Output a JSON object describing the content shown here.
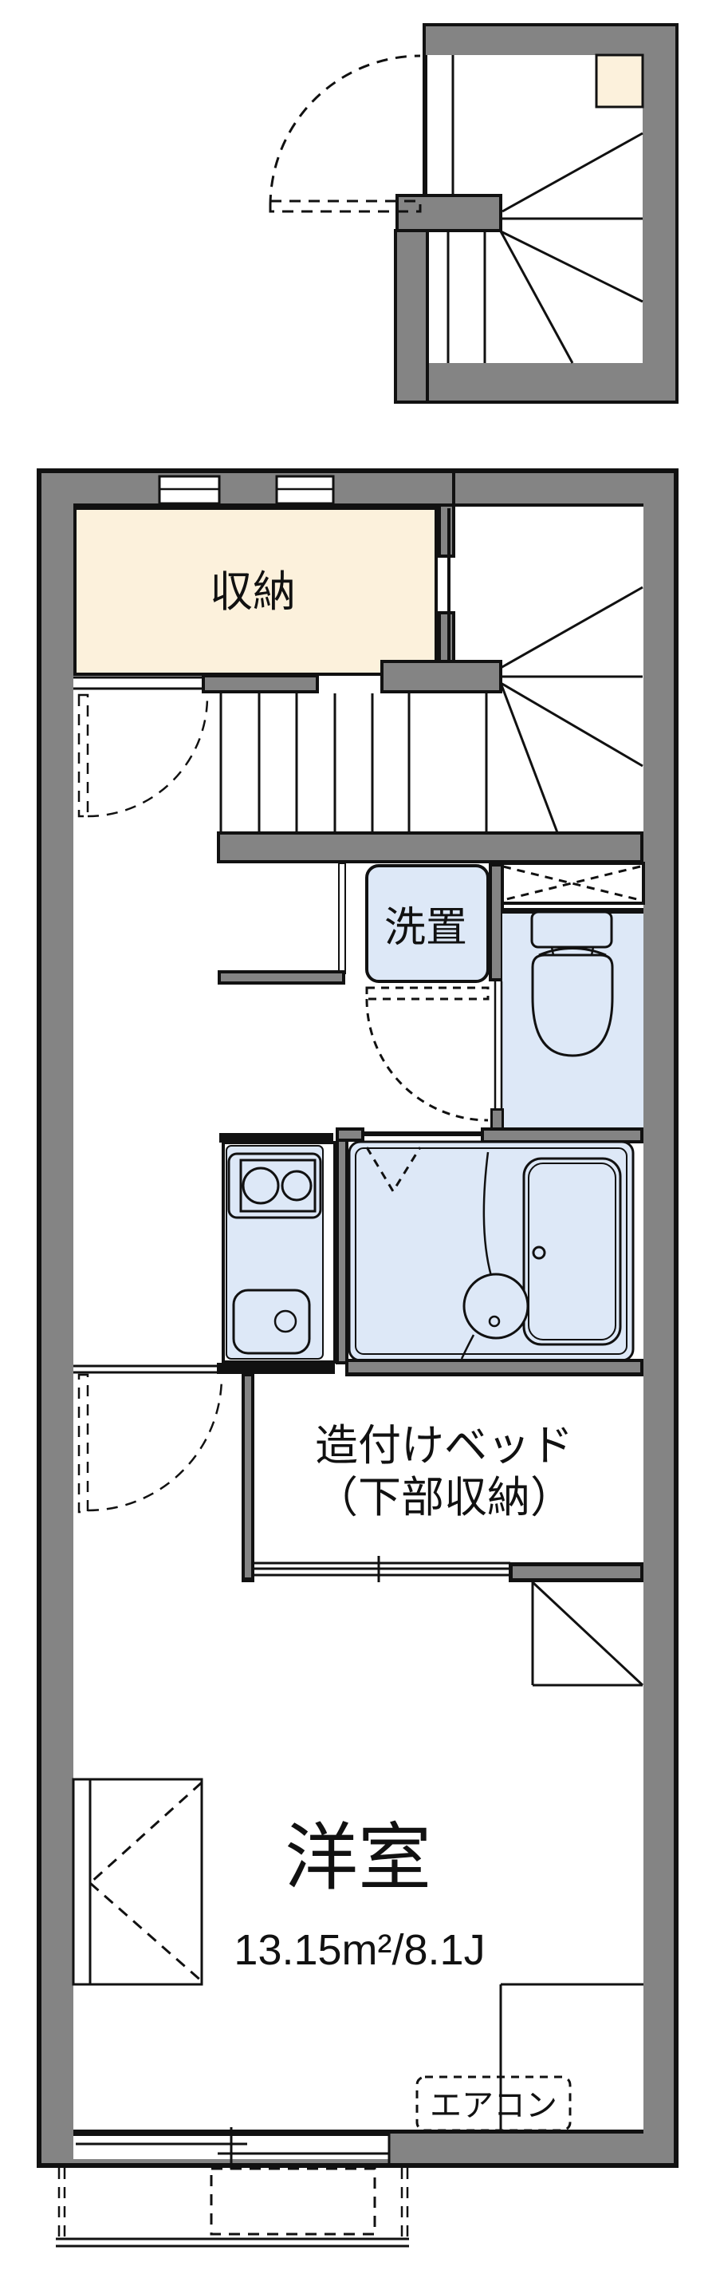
{
  "floorplan": {
    "storage": {
      "label": "収納"
    },
    "laundry": {
      "label": "洗置"
    },
    "bed": {
      "line1": "造付けベッド",
      "line2": "（下部収納）"
    },
    "main_room": {
      "label": "洋室",
      "area": "13.15m²/8.1J"
    },
    "aircon": {
      "label": "エアコン"
    },
    "colors": {
      "wall": "#848484",
      "outline": "#111111",
      "storage_fill": "#FCF1DC",
      "fixture_fill": "#DDE8F7",
      "background": "#FFFFFF"
    }
  }
}
